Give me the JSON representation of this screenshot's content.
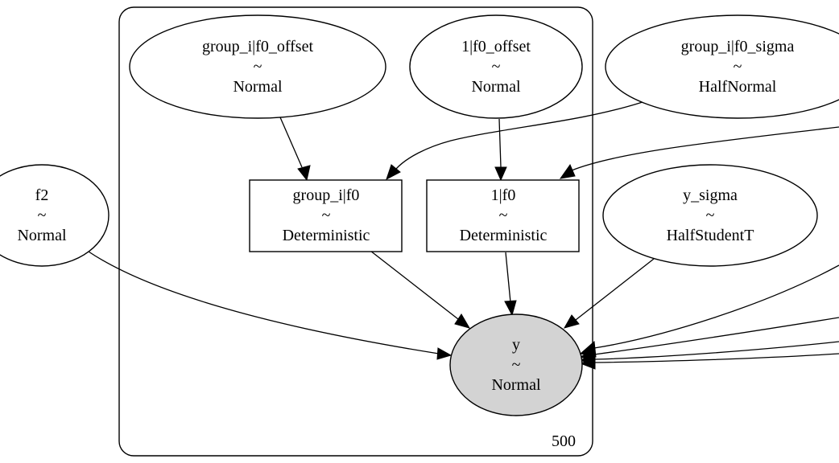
{
  "plate": {
    "label": "500"
  },
  "nodes": {
    "group_offset": {
      "name": "group_i|f0_offset",
      "tilde": "~",
      "dist": "Normal"
    },
    "one_offset": {
      "name": "1|f0_offset",
      "tilde": "~",
      "dist": "Normal"
    },
    "group_sigma": {
      "name": "group_i|f0_sigma",
      "tilde": "~",
      "dist": "HalfNormal"
    },
    "f2": {
      "name": "f2",
      "tilde": "~",
      "dist": "Normal"
    },
    "group_f0": {
      "name": "group_i|f0",
      "tilde": "~",
      "dist": "Deterministic"
    },
    "one_f0": {
      "name": "1|f0",
      "tilde": "~",
      "dist": "Deterministic"
    },
    "y_sigma": {
      "name": "y_sigma",
      "tilde": "~",
      "dist": "HalfStudentT"
    },
    "y": {
      "name": "y",
      "tilde": "~",
      "dist": "Normal"
    }
  },
  "colors": {
    "observed_fill": "#d3d3d3",
    "stroke": "#000000",
    "background": "#ffffff"
  }
}
